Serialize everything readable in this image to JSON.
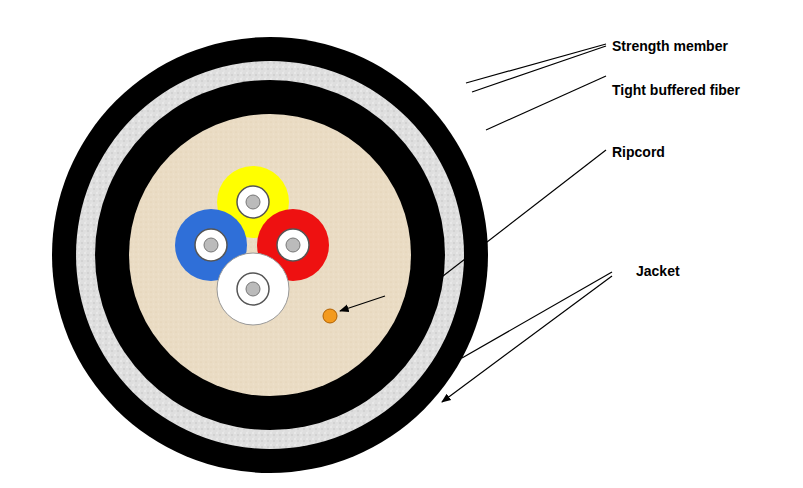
{
  "diagram": {
    "labels": [
      "Strength member",
      "Tight buffered fiber",
      "Ripcord",
      "Jacket"
    ]
  }
}
